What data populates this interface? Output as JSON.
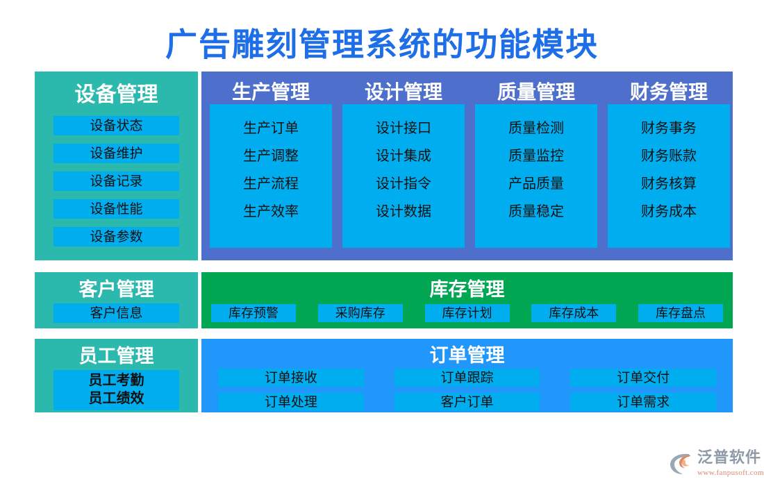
{
  "page": {
    "title": "广告雕刻管理系统的功能模块",
    "title_color": "#1E6EE8",
    "background": "#ffffff"
  },
  "colors": {
    "teal_panel": "#2BB9AD",
    "blue_group": "#4E6FCB",
    "green_panel": "#00A651",
    "order_panel": "#2196FB",
    "chip": "#00AEEF",
    "chip_text": "#111111",
    "header_text": "#ffffff"
  },
  "panels": {
    "equipment": {
      "title": "设备管理",
      "items": [
        "设备状态",
        "设备维护",
        "设备记录",
        "设备性能",
        "设备参数"
      ]
    },
    "top_group": {
      "columns": [
        {
          "title": "生产管理",
          "items": [
            "生产订单",
            "生产调整",
            "生产流程",
            "生产效率"
          ]
        },
        {
          "title": "设计管理",
          "items": [
            "设计接口",
            "设计集成",
            "设计指令",
            "设计数据"
          ]
        },
        {
          "title": "质量管理",
          "items": [
            "质量检测",
            "质量监控",
            "产品质量",
            "质量稳定"
          ]
        },
        {
          "title": "财务管理",
          "items": [
            "财务事务",
            "财务账款",
            "财务核算",
            "财务成本"
          ]
        }
      ]
    },
    "customer": {
      "title": "客户管理",
      "items": [
        "客户信息"
      ]
    },
    "inventory": {
      "title": "库存管理",
      "items": [
        "库存预警",
        "采购库存",
        "库存计划",
        "库存成本",
        "库存盘点"
      ]
    },
    "employee": {
      "title": "员工管理",
      "items": [
        "员工考勤",
        "员工绩效"
      ]
    },
    "orders": {
      "title": "订单管理",
      "items": [
        "订单接收",
        "订单跟踪",
        "订单交付",
        "订单处理",
        "客户订单",
        "订单需求"
      ]
    }
  },
  "logo": {
    "icon": "fanpu-swoosh-logo",
    "brand": "泛普软件",
    "url": "www.fanpusoft.com"
  }
}
